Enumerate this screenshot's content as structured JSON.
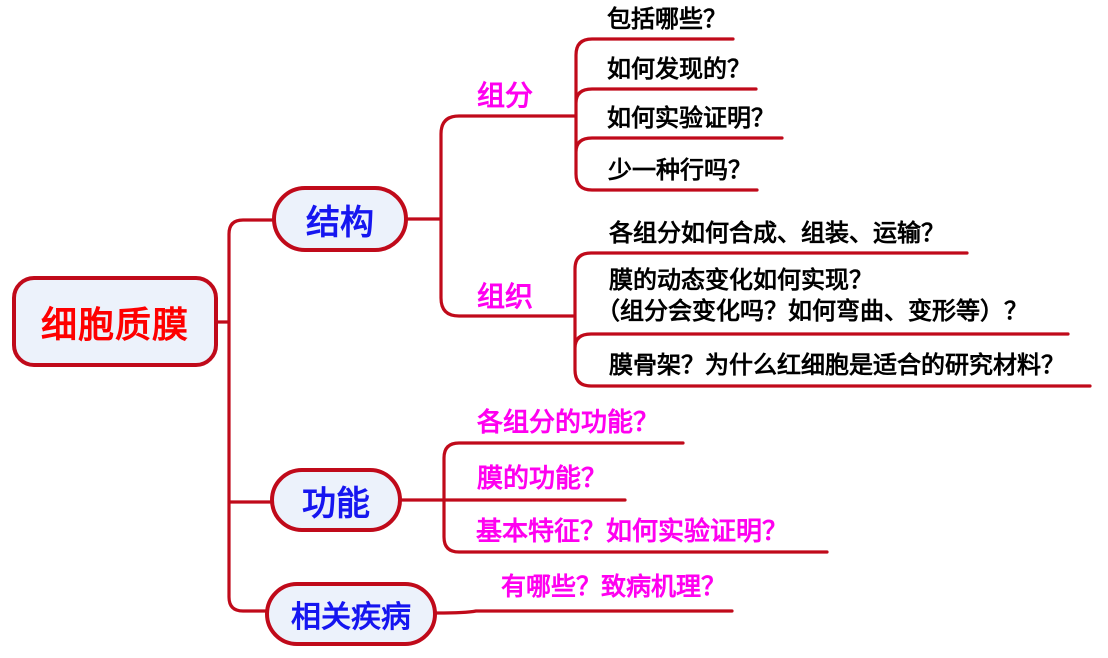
{
  "root": {
    "label": "细胞质膜"
  },
  "branches": {
    "structure": {
      "label": "结构",
      "children": {
        "component": {
          "label": "组分",
          "questions": [
            "包括哪些？",
            "如何发现的？",
            "如何实验证明？",
            "少一种行吗？"
          ]
        },
        "organization": {
          "label": "组织",
          "questions": [
            "各组分如何合成、组装、运输？",
            "膜的动态变化如何实现？",
            "（组分会变化吗？如何弯曲、变形等）？",
            "膜骨架？为什么红细胞是适合的研究材料？"
          ]
        }
      }
    },
    "function": {
      "label": "功能",
      "questions": [
        "各组分的功能？",
        "膜的功能？",
        "基本特征？如何实验证明？"
      ]
    },
    "disease": {
      "label": "相关疾病",
      "questions": [
        "有哪些？致病机理？"
      ]
    }
  },
  "colors": {
    "line_red": "#c00a1a",
    "node_fill": "#ecf2fb",
    "root_text": "#fe0000",
    "branch_text": "#1616f0",
    "highlight_magenta": "#ff00f0",
    "leaf_black": "#000000"
  }
}
